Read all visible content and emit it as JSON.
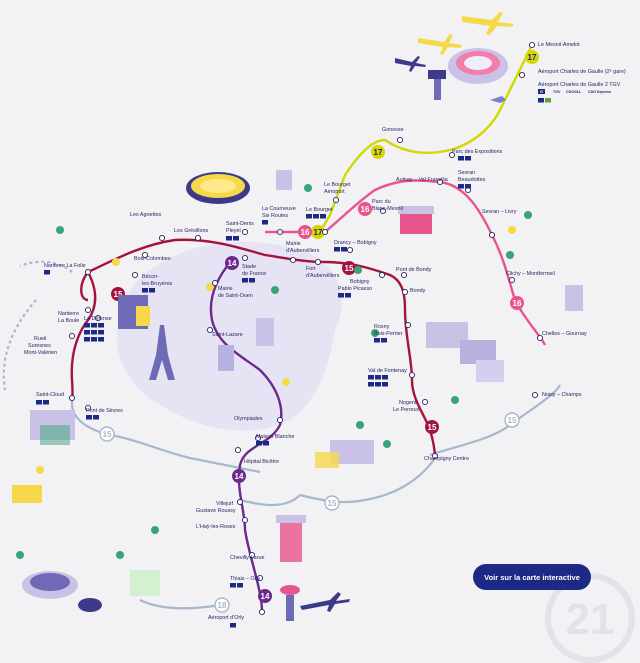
{
  "lines": {
    "15": {
      "label": "15",
      "color": "#a4133d"
    },
    "14": {
      "label": "14",
      "color": "#6b2a8c"
    },
    "16": {
      "label": "16",
      "color": "#e8548c"
    },
    "17": {
      "label": "17",
      "color": "#d3d800"
    },
    "18": {
      "label": "18",
      "color": "#00a88f"
    },
    "15_ext": {
      "label": "15",
      "color": "#a7b8cc"
    }
  },
  "stations": [
    {
      "id": "mesnil",
      "name": [
        "Le Mesnil-Amelot"
      ]
    },
    {
      "id": "cdg2",
      "name": [
        "Aéroport Charles de Gaulle (2ᵉ gare)"
      ]
    },
    {
      "id": "cdg2tgv",
      "name": [
        "Aéroport Charles de Gaulle 2 TGV"
      ],
      "badges": [
        "TGV",
        "CDGVAL",
        "CDG Express"
      ]
    },
    {
      "id": "gonesse",
      "name": [
        "Gonesse"
      ]
    },
    {
      "id": "parcexpo",
      "name": [
        "Parc des Expositions"
      ]
    },
    {
      "id": "aulnay",
      "name": [
        "Aulnay – Val Francilia"
      ]
    },
    {
      "id": "sevranb",
      "name": [
        "Sevran",
        "Beaudottes"
      ]
    },
    {
      "id": "lebourgetaero",
      "name": [
        "Le Bourget",
        "Aéroport"
      ]
    },
    {
      "id": "lebourget",
      "name": [
        "Le Bourget"
      ]
    },
    {
      "id": "lacourneuve",
      "name": [
        "La Courneuve",
        "Six Routes"
      ]
    },
    {
      "id": "parcblanc",
      "name": [
        "Parc du",
        "Blanc-Mesnil"
      ]
    },
    {
      "id": "sevranlivry",
      "name": [
        "Sevran – Livry"
      ]
    },
    {
      "id": "clichy",
      "name": [
        "Clichy – Montfermeil"
      ]
    },
    {
      "id": "chelles",
      "name": [
        "Chelles – Gournay"
      ]
    },
    {
      "id": "noisy",
      "name": [
        "Noisy – Champs"
      ]
    },
    {
      "id": "agnettes",
      "name": [
        "Les Agnettes"
      ]
    },
    {
      "id": "gresillons",
      "name": [
        "Les Grésillons"
      ]
    },
    {
      "id": "saintdenis",
      "name": [
        "Saint-Denis",
        "Pleyel"
      ]
    },
    {
      "id": "mairieaub",
      "name": [
        "Mairie",
        "d'Aubervilliers"
      ]
    },
    {
      "id": "drancy",
      "name": [
        "Drancy – Bobigny"
      ]
    },
    {
      "id": "boiscolombes",
      "name": [
        "Bois-Colombes"
      ]
    },
    {
      "id": "becon",
      "name": [
        "Bécon-",
        "les-Bruyères"
      ]
    },
    {
      "id": "stadefrance",
      "name": [
        "Stade",
        "de France"
      ]
    },
    {
      "id": "fortaub",
      "name": [
        "Fort",
        "d'Aubervilliers"
      ]
    },
    {
      "id": "bobigny",
      "name": [
        "Bobigny",
        "Pablo Picasso"
      ]
    },
    {
      "id": "pontbondy",
      "name": [
        "Pont de Bondy"
      ]
    },
    {
      "id": "bondy",
      "name": [
        "Bondy"
      ]
    },
    {
      "id": "nanterrefolie",
      "name": [
        "Nanterre La Folie"
      ]
    },
    {
      "id": "mairiesaintouen",
      "name": [
        "Mairie",
        "de Saint-Ouen"
      ]
    },
    {
      "id": "nanterreboule",
      "name": [
        "Nanterre",
        "La Boule"
      ]
    },
    {
      "id": "ladefense",
      "name": [
        "La Défense"
      ]
    },
    {
      "id": "rueil",
      "name": [
        "Rueil",
        "Suresnes",
        "Mont-Valérien"
      ]
    },
    {
      "id": "saintlazare",
      "name": [
        "Saint-Lazare"
      ]
    },
    {
      "id": "rosny",
      "name": [
        "Rosny",
        "Bois-Perrier"
      ]
    },
    {
      "id": "valfontenay",
      "name": [
        "Val de Fontenay"
      ]
    },
    {
      "id": "nogent",
      "name": [
        "Nogent",
        "Le Perreux"
      ]
    },
    {
      "id": "saintcloud",
      "name": [
        "Saint-Cloud"
      ]
    },
    {
      "id": "pontsevres",
      "name": [
        "Pont de Sèvres"
      ]
    },
    {
      "id": "olympiades",
      "name": [
        "Olympiades"
      ]
    },
    {
      "id": "maisonblanche",
      "name": [
        "Maison Blanche"
      ]
    },
    {
      "id": "hopitalbicetre",
      "name": [
        "Hôpital Bicêtre"
      ]
    },
    {
      "id": "champigny",
      "name": [
        "Champigny Centre"
      ]
    },
    {
      "id": "villejuif",
      "name": [
        "Villejuif",
        "Gustave Roussy"
      ]
    },
    {
      "id": "hay",
      "name": [
        "L'Haÿ-les-Roses"
      ]
    },
    {
      "id": "chevilly",
      "name": [
        "Chevilly-Larue"
      ]
    },
    {
      "id": "thiais",
      "name": [
        "Thiais – Orly"
      ]
    },
    {
      "id": "orly",
      "name": [
        "Aéroport d'Orly"
      ]
    }
  ],
  "cta": {
    "label": "Voir sur la carte interactive"
  },
  "watermark": {
    "text": "21"
  },
  "icons": [
    "airplane-icon",
    "eiffel-tower-icon",
    "stadium-icon",
    "control-tower-icon",
    "tree-icon",
    "house-icon",
    "metro-badge-icon",
    "rer-badge-icon",
    "tram-badge-icon"
  ]
}
